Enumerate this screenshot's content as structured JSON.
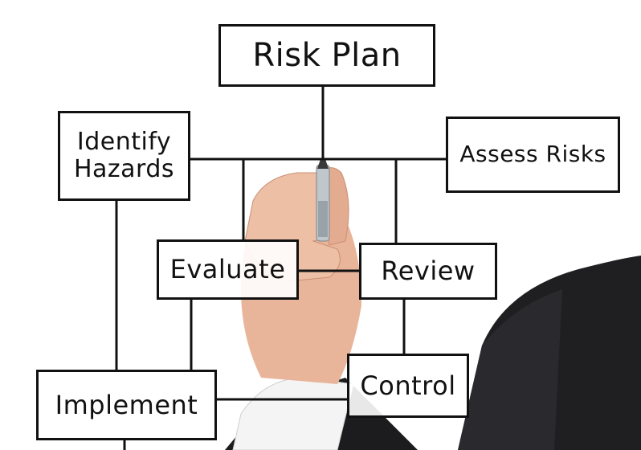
{
  "diagram": {
    "title": "Risk Plan",
    "nodes": {
      "identify_hazards": [
        "Identify",
        "Hazards"
      ],
      "assess_risks": "Assess Risks",
      "evaluate": "Evaluate",
      "review": "Review",
      "control": "Control",
      "implement": "Implement"
    }
  },
  "colors": {
    "ink": "#111111",
    "background": "#ffffff",
    "suit": "#1f1f22",
    "shirt": "#f4f4f4",
    "skin": "#e8b59a"
  }
}
